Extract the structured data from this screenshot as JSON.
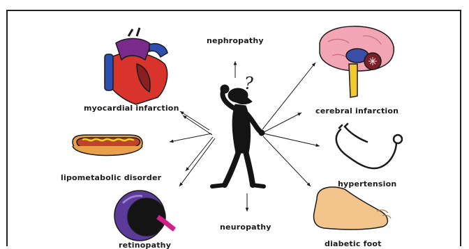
{
  "labels": {
    "nephropathy": "nephropathy",
    "myocardial_infarction": "myocardial infarction",
    "cerebral_infarction": "cerebral infarction",
    "lipometabolic_disorder": "lipometabolic disorder",
    "hypertension": "hypertension",
    "neuropathy": "neuropathy",
    "retinopathy": "retinopathy",
    "diabetic_foot": "diabetic foot"
  },
  "figure": {
    "question_mark": "?"
  },
  "colors": {
    "outline": "#1a1a1a",
    "heart_red": "#d9342b",
    "heart_blue": "#2d4fb0",
    "heart_purple": "#7a2a8a",
    "brain_pink": "#f2a6b5",
    "brain_stem": "#f0c832",
    "bun": "#e8a04a",
    "sausage": "#c0442c",
    "mustard": "#f2d21c",
    "eye_purple": "#5b3a9a",
    "eye_magenta": "#d0208a",
    "foot_skin": "#f3c48c"
  },
  "icons": [
    "heart-icon",
    "brain-icon",
    "hotdog-icon",
    "stethoscope-icon",
    "eye-icon",
    "foot-icon",
    "thinking-figure-icon"
  ]
}
